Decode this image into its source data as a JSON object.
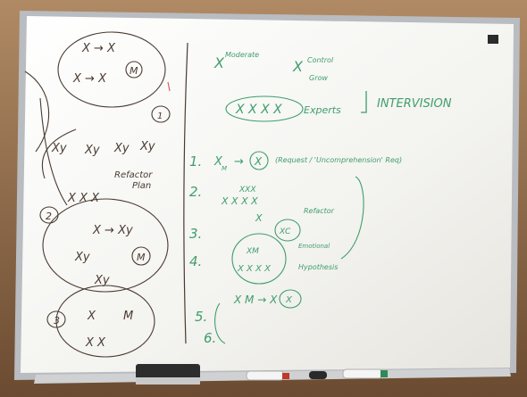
{
  "scene": {
    "colors": {
      "wall_top": "#b08a64",
      "wall_bottom": "#6b4b31",
      "frame": "#b9bcc0",
      "board": "#f3f3ef",
      "ink_black": "#4a3a30",
      "ink_green": "#3f9e6b",
      "ink_red": "#d9534f"
    },
    "left_panel": {
      "texts": [
        "X → X",
        "X → X",
        "M",
        "1",
        "Xy",
        "Xy",
        "Xy",
        "Xy",
        "Refactor",
        "Plan",
        "X X X",
        "2",
        "X → Xy",
        "Xy",
        "M",
        "Xy",
        "3",
        "X",
        "M",
        "X X"
      ]
    },
    "right_panel": {
      "top": {
        "x1": "X",
        "note1": "Moderate",
        "x2": "X",
        "note2a": "Control",
        "note2b": "Grow",
        "oval": "X X X X",
        "experts": "Experts",
        "bracket": "]",
        "intervision": "INTERVISION"
      },
      "items": [
        {
          "num": "1.",
          "lhs": "X",
          "sub": "M",
          "arrow": "→",
          "circle": "X",
          "note": "(Request / 'Uncomprehension' Req)"
        },
        {
          "num": "2.",
          "lines": [
            "XXX",
            "X X X X"
          ],
          "note": "Refactor"
        },
        {
          "num": "3.",
          "mid": "X",
          "circle": "XC"
        },
        {
          "num": "4.",
          "circle_top": "XM",
          "circle_bottom": "X X X X",
          "notes": [
            "Emotional",
            "Hypothesis"
          ]
        },
        {
          "num": "5.",
          "expr": "X M → X",
          "circle": "X"
        },
        {
          "num": "6."
        }
      ]
    }
  }
}
